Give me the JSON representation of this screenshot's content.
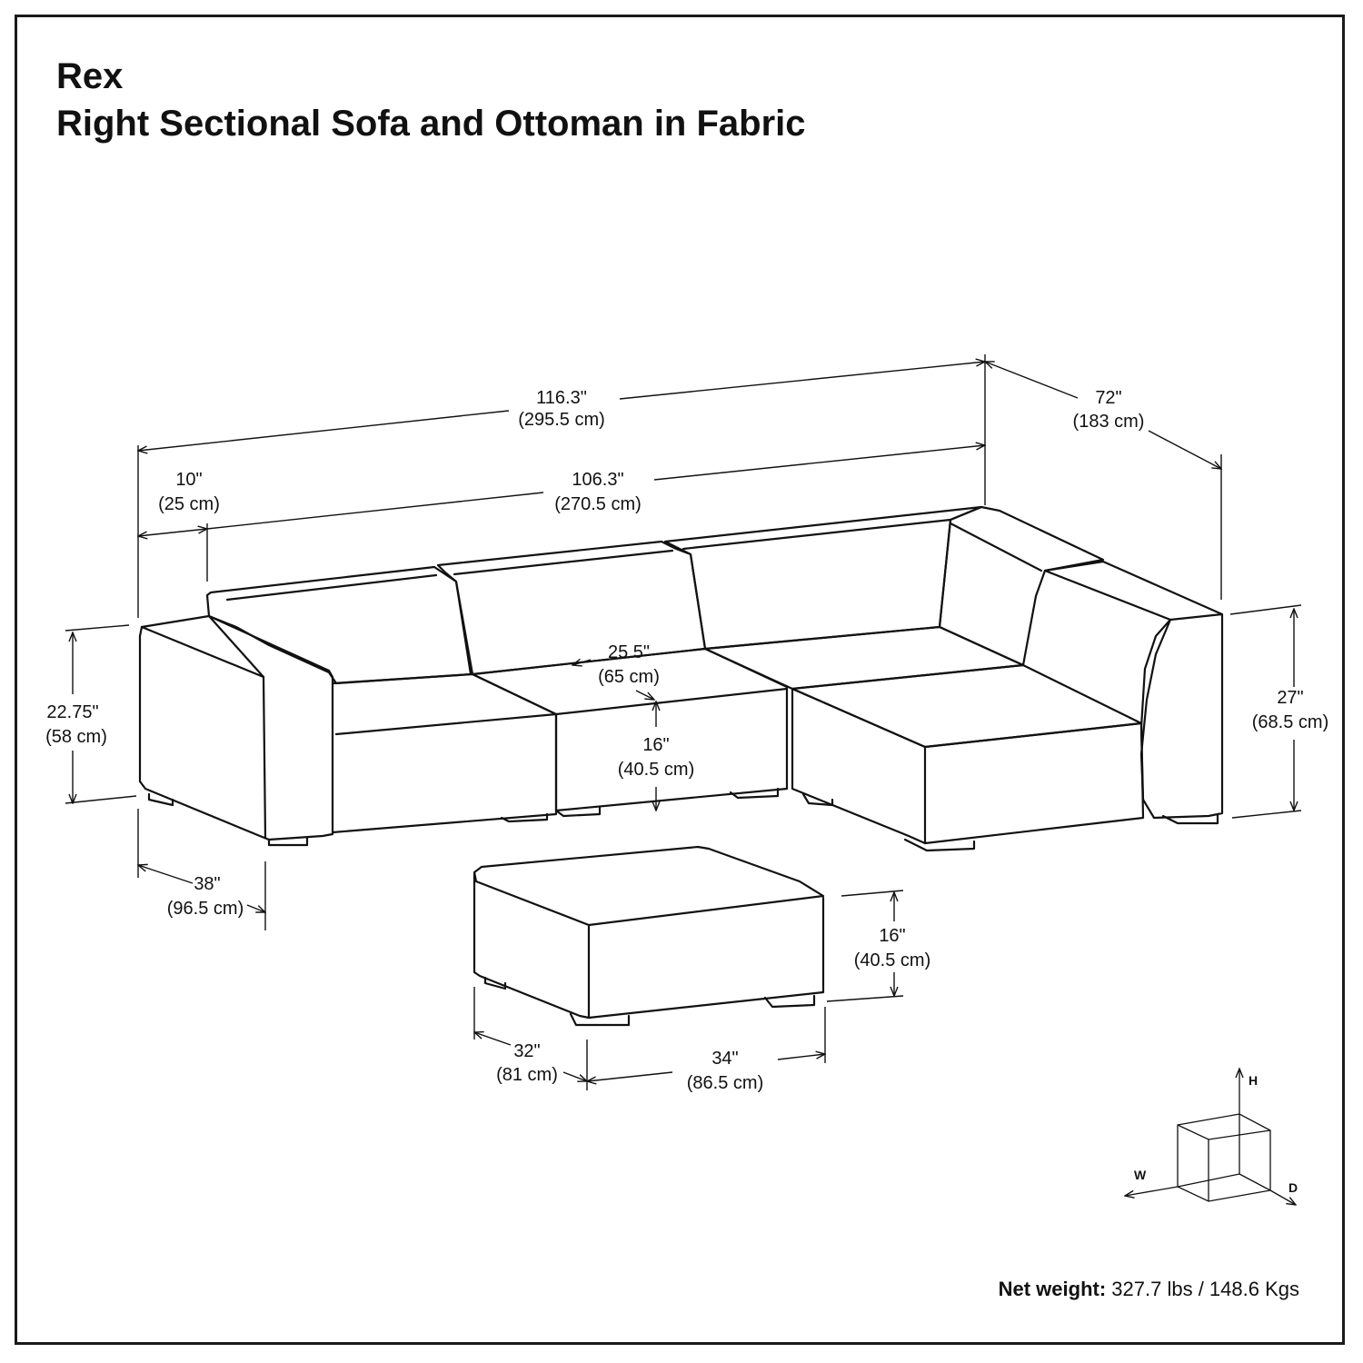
{
  "title": {
    "line1": "Rex",
    "line2": "Right Sectional Sofa and Ottoman in Fabric"
  },
  "dimensions": {
    "total_width": {
      "in": "116.3\"",
      "cm": "(295.5 cm)"
    },
    "depth_chaise": {
      "in": "72\"",
      "cm": "(183 cm)"
    },
    "arm_width": {
      "in": "10\"",
      "cm": "(25 cm)"
    },
    "inner_width": {
      "in": "106.3\"",
      "cm": "(270.5 cm)"
    },
    "seat_depth": {
      "in": "25.5\"",
      "cm": "(65 cm)"
    },
    "arm_height": {
      "in": "22.75\"",
      "cm": "(58 cm)"
    },
    "seat_height": {
      "in": "16\"",
      "cm": "(40.5 cm)"
    },
    "total_height": {
      "in": "27\"",
      "cm": "(68.5 cm)"
    },
    "sofa_depth": {
      "in": "38\"",
      "cm": "(96.5 cm)"
    },
    "ottoman_height": {
      "in": "16\"",
      "cm": "(40.5 cm)"
    },
    "ottoman_depth": {
      "in": "32\"",
      "cm": "(81 cm)"
    },
    "ottoman_width": {
      "in": "34\"",
      "cm": "(86.5 cm)"
    }
  },
  "axis_legend": {
    "h": "H",
    "w": "W",
    "d": "D"
  },
  "net_weight": {
    "label": "Net weight:",
    "value": "327.7 lbs / 148.6 Kgs"
  },
  "colors": {
    "ink": "#111111",
    "frame": "#1a1a1a",
    "background": "#ffffff"
  }
}
